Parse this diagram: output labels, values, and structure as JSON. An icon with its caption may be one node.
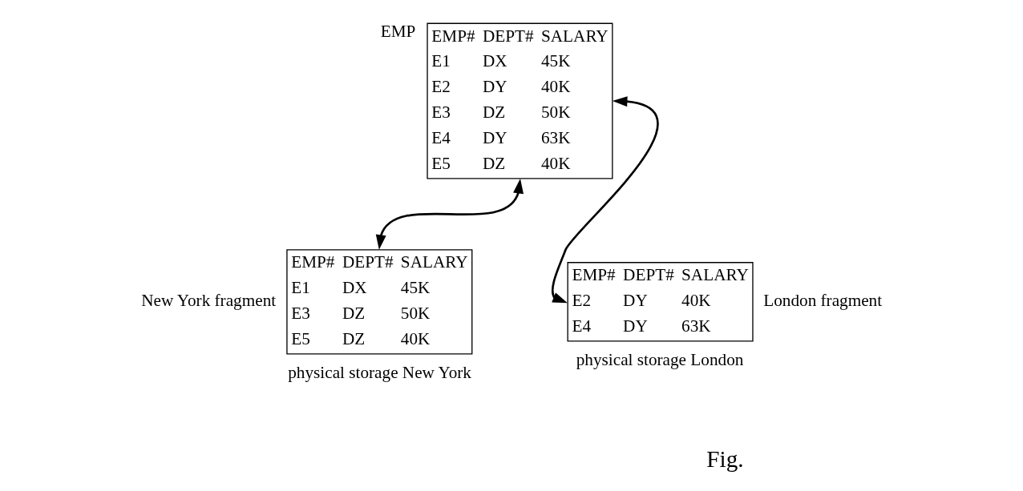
{
  "diagram": {
    "nodes": [
      {
        "text": [
          "EMP",
          "EMP# DEPT# SALARY",
          "E1 DX 45K",
          "E2 DY 40K",
          "E3 DZ 50K",
          "E4 DY 63K",
          "E5 DZ 40K"
        ]
      },
      {
        "text": [
          "EMP# DEPT# SALARY",
          "E1 DX 45K",
          "E3 DZ 50K",
          "E5 DZ 40K"
        ],
        "beside": [
          "New York fragment",
          "physical storage New York"
        ]
      },
      {
        "text": [
          "EMP# DEPT# SALARY",
          "E2 DY 40K",
          "E4 DY 63K"
        ],
        "beside": [
          "London fragment",
          "physical storage London"
        ]
      }
    ],
    "edges": [
      {
        "from": 0,
        "to": 1,
        "arrow": "both"
      },
      {
        "from": 0,
        "to": 2,
        "arrow": "both"
      }
    ],
    "labels": [
      "Fig."
    ]
  }
}
